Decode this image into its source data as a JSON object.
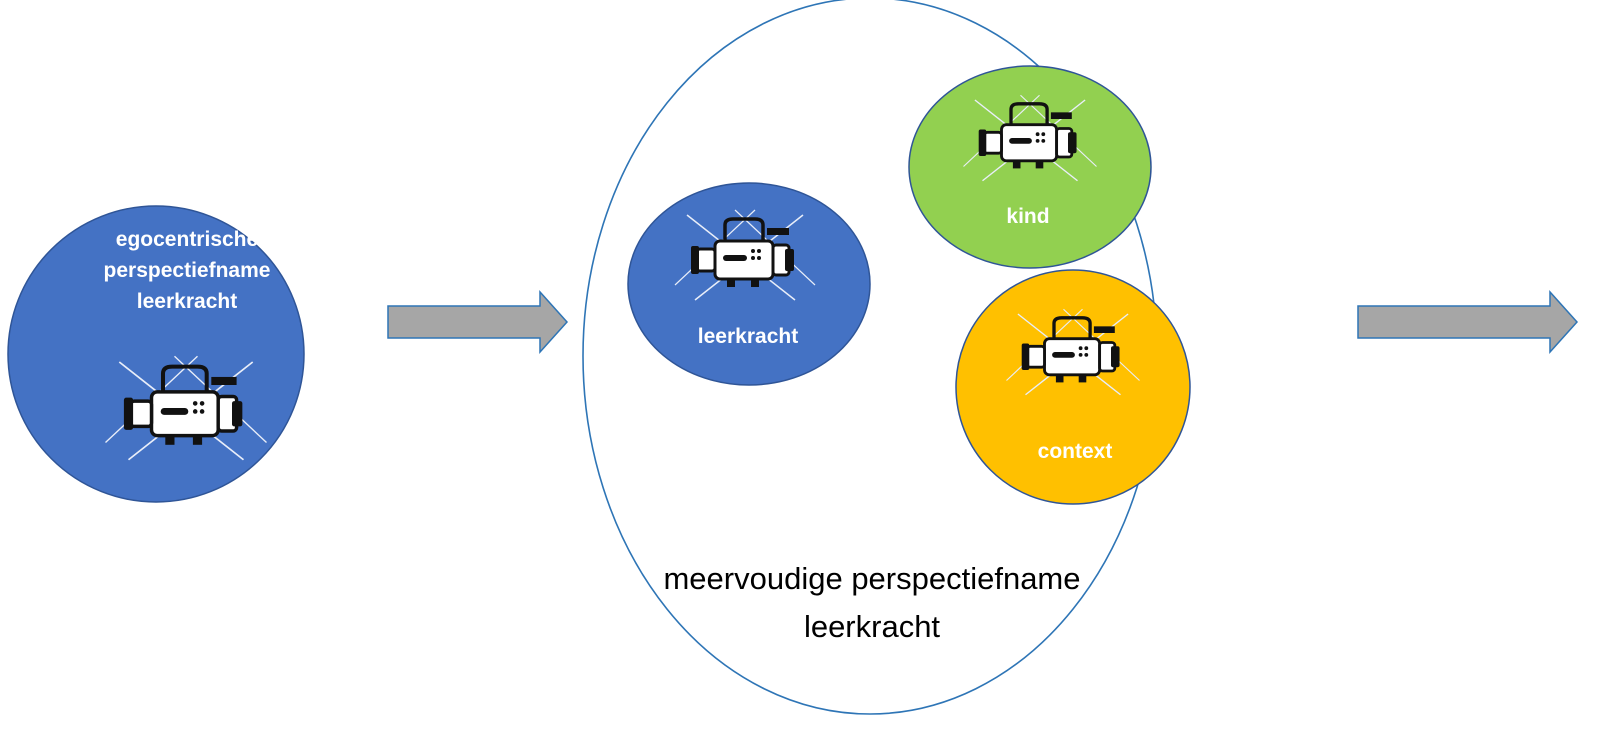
{
  "stage_egocentric": {
    "label_lines": [
      "egocentrische",
      "perspectiefname",
      "leerkracht"
    ],
    "fill": "#4472c4",
    "icon": "video-camera-icon"
  },
  "stage_multiple": {
    "label_lines": [
      "meervoudige perspectiefname",
      "leerkracht"
    ],
    "outline": "#2e75b6",
    "perspectives": [
      {
        "label": "leerkracht",
        "fill": "#4472c4",
        "icon": "video-camera-icon"
      },
      {
        "label": "kind",
        "fill": "#92d050",
        "icon": "video-camera-icon"
      },
      {
        "label": "context",
        "fill": "#ffc000",
        "icon": "video-camera-icon"
      }
    ]
  },
  "arrows": {
    "fill": "#a6a6a6",
    "stroke": "#2e75b6",
    "icon": "right-arrow-icon"
  }
}
